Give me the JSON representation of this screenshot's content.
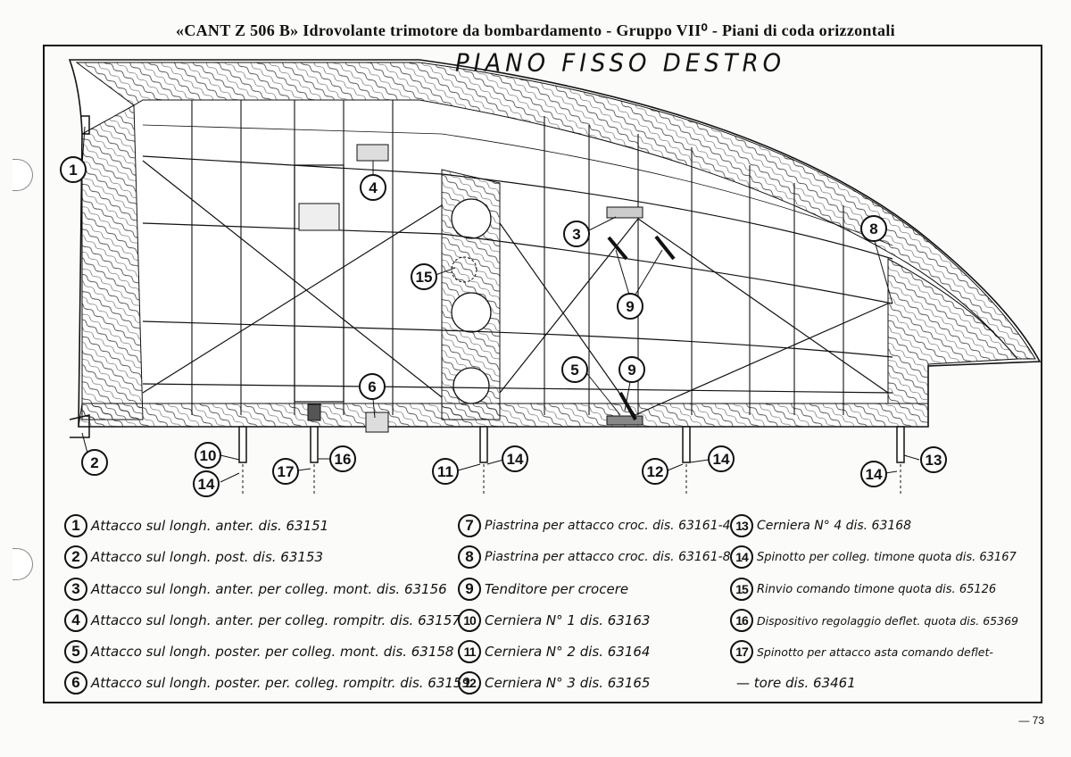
{
  "header": {
    "title": "«CANT Z 506 B» Idrovolante trimotore da bombardamento - Gruppo VII⁰ - Piani di coda orizzontali"
  },
  "drawing": {
    "title": "PIANO FISSO DESTRO"
  },
  "legend": {
    "col1": [
      {
        "num": "1",
        "text": "Attacco sul longh. anter. dis. 63151"
      },
      {
        "num": "2",
        "text": "Attacco sul longh. post. dis. 63153"
      },
      {
        "num": "3",
        "text": "Attacco sul longh. anter. per colleg. mont. dis. 63156"
      },
      {
        "num": "4",
        "text": "Attacco sul longh. anter. per colleg. rompitr. dis. 63157"
      },
      {
        "num": "5",
        "text": "Attacco sul longh. poster. per colleg. mont. dis. 63158"
      },
      {
        "num": "6",
        "text": "Attacco sul longh. poster. per. colleg. rompitr. dis. 63159"
      }
    ],
    "col2": [
      {
        "num": "7",
        "text": "Piastrina per attacco croc. dis. 63161-4"
      },
      {
        "num": "8",
        "text": "Piastrina per attacco croc. dis. 63161-8"
      },
      {
        "num": "9",
        "text": "Tenditore per crocere"
      },
      {
        "num": "10",
        "text": "Cerniera N° 1 dis. 63163"
      },
      {
        "num": "11",
        "text": "Cerniera N° 2 dis. 63164"
      },
      {
        "num": "12",
        "text": "Cerniera N° 3 dis. 63165"
      }
    ],
    "col3": [
      {
        "num": "13",
        "text": "Cerniera N° 4 dis. 63168"
      },
      {
        "num": "14",
        "text": "Spinotto per colleg. timone quota dis. 63167"
      },
      {
        "num": "15",
        "text": "Rinvio comando timone quota dis. 65126"
      },
      {
        "num": "16",
        "text": "Dispositivo regolaggio deflet. quota dis. 65369"
      },
      {
        "num": "17",
        "text": "Spinotto per attacco asta comando deflet-"
      },
      {
        "num": "",
        "text": "— tore dis. 63461"
      }
    ]
  },
  "callouts": {
    "c1": "1",
    "c2": "2",
    "c3": "3",
    "c4": "4",
    "c5": "5",
    "c6": "6",
    "c8": "8",
    "c9a": "9",
    "c9b": "9",
    "c10": "10",
    "c11": "11",
    "c12": "12",
    "c13": "13",
    "c14a": "14",
    "c14b": "14",
    "c14c": "14",
    "c14d": "14",
    "c15": "15",
    "c16": "16",
    "c17": "17"
  },
  "page_number": "— 73"
}
